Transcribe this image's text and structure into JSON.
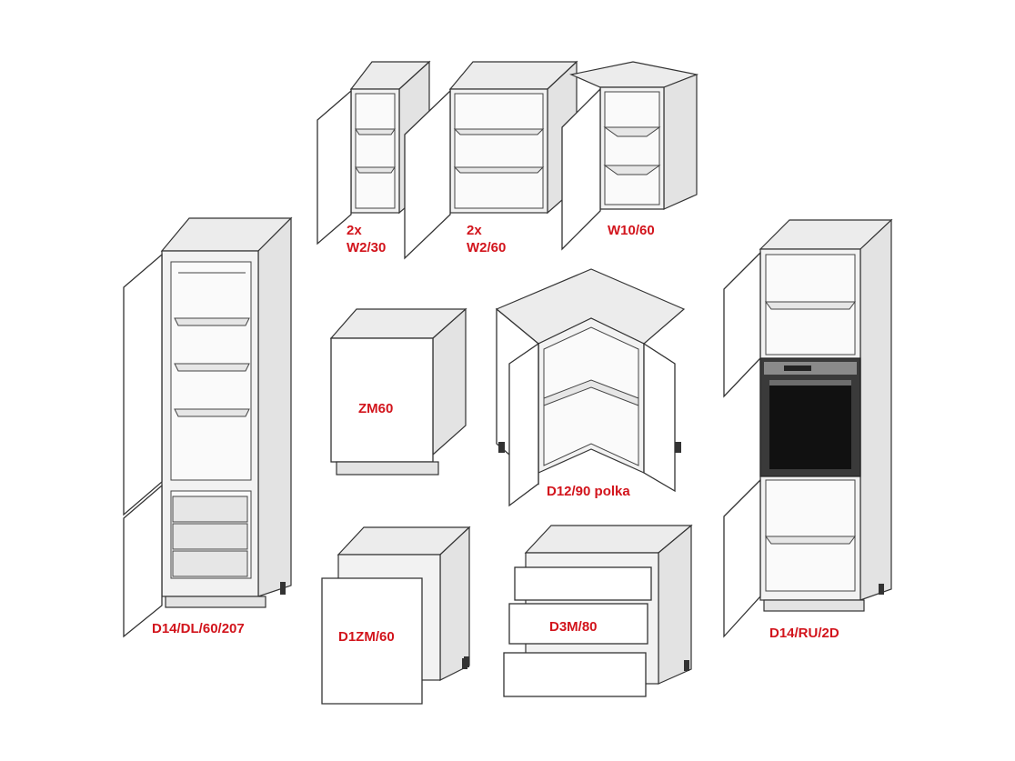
{
  "colors": {
    "label": "#d2141c",
    "outline": "#333333",
    "panel": "#f2f2f2"
  },
  "cabinets": [
    {
      "id": "w2-30",
      "lines": [
        "2x",
        "W2/30"
      ]
    },
    {
      "id": "w2-60",
      "lines": [
        "2x",
        "W2/60"
      ]
    },
    {
      "id": "w10-60",
      "lines": [
        "W10/60"
      ]
    },
    {
      "id": "d14-dl",
      "lines": [
        "D14/DL/60/207"
      ]
    },
    {
      "id": "zm60",
      "lines": [
        "ZM60"
      ]
    },
    {
      "id": "d12-90",
      "lines": [
        "D12/90 polka"
      ]
    },
    {
      "id": "d14-ru",
      "lines": [
        "D14/RU/2D"
      ]
    },
    {
      "id": "d1zm-60",
      "lines": [
        "D1ZM/60"
      ]
    },
    {
      "id": "d3m-80",
      "lines": [
        "D3M/80"
      ]
    }
  ]
}
